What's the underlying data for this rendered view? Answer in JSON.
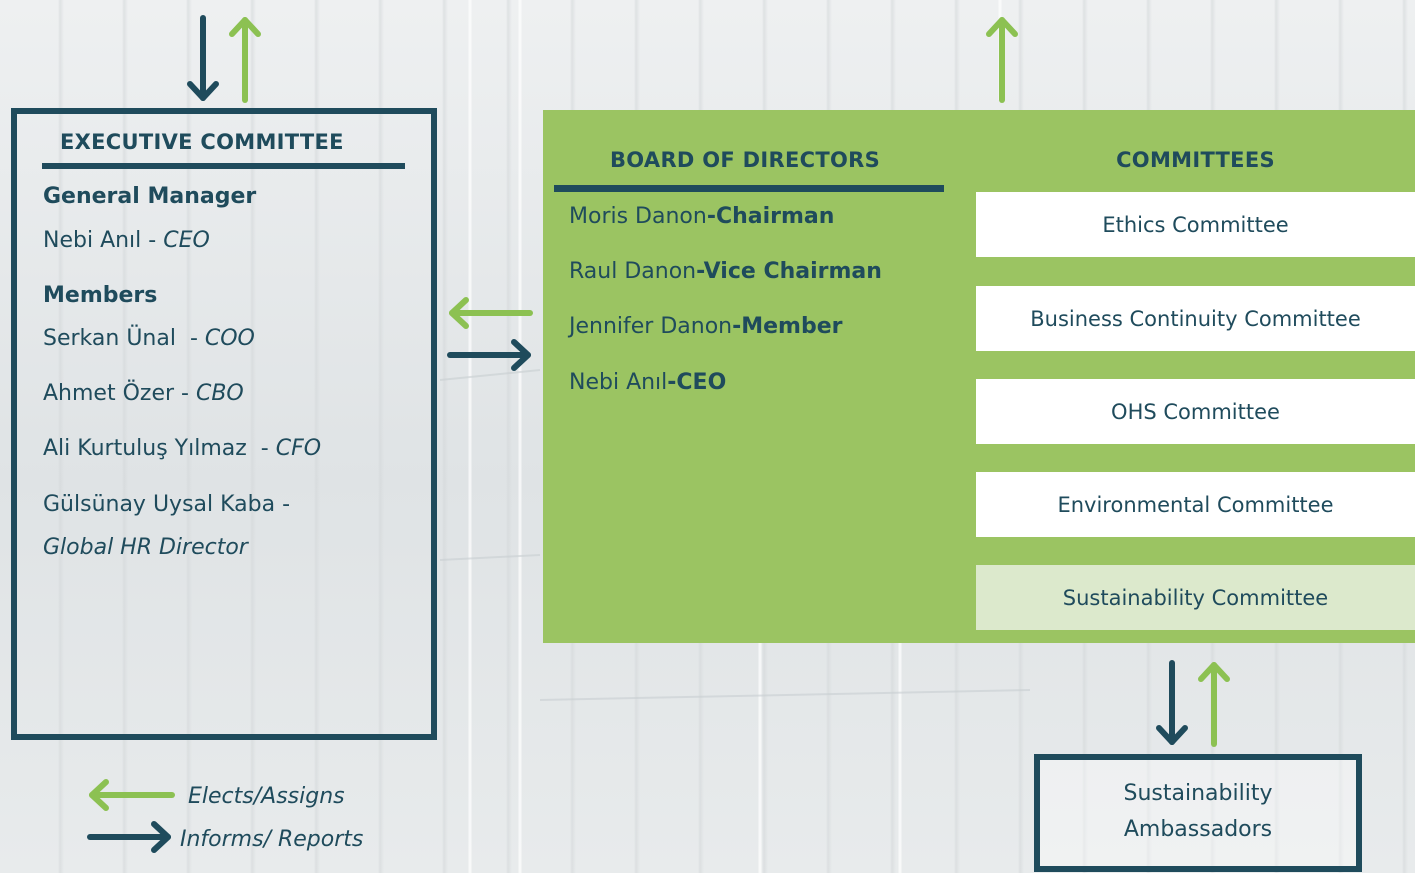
{
  "executive": {
    "title": "EXECUTIVE COMMITTEE",
    "gm_heading": "General Manager",
    "gm_name": "Nebi Anıl - ",
    "gm_role": "CEO",
    "members_heading": "Members",
    "members": [
      {
        "name": "Serkan Ünal  - ",
        "role": "COO"
      },
      {
        "name": "Ahmet Özer - ",
        "role": "CBO"
      },
      {
        "name": "Ali Kurtuluş Yılmaz  - ",
        "role": "CFO"
      },
      {
        "name": "Gülsünay Uysal Kaba -",
        "role": "Global HR Director"
      }
    ]
  },
  "board": {
    "title": "BOARD OF DIRECTORS",
    "members": [
      {
        "name": "Moris Danon",
        "role": "-Chairman"
      },
      {
        "name": "Raul Danon",
        "role": "-Vice Chairman"
      },
      {
        "name": "Jennifer Danon",
        "role": "-Member"
      },
      {
        "name": "Nebi Anıl",
        "role": "-CEO"
      }
    ]
  },
  "committees": {
    "title": "COMMITTEES",
    "items": [
      "Ethics Committee",
      "Business Continuity Committee",
      "OHS Committee",
      "Environmental Committee",
      "Sustainability Committee"
    ]
  },
  "ambassadors": {
    "line1": "Sustainability",
    "line2": "Ambassadors"
  },
  "legend": {
    "elects": "Elects/Assigns",
    "informs": "Informs/ Reports"
  },
  "colors": {
    "dark": "#1f4b5c",
    "green": "#9bc462",
    "arrow_green": "#8cc152"
  }
}
